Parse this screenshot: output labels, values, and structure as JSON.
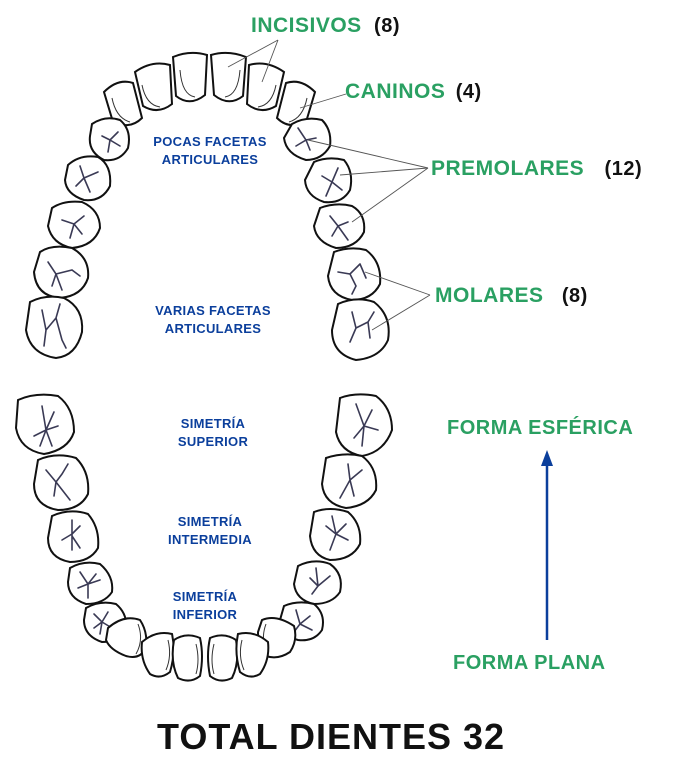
{
  "title": "TOTAL DIENTES 32",
  "tooth_groups": [
    {
      "name": "INCISIVOS",
      "count": "(8)"
    },
    {
      "name": "CANINOS",
      "count": "(4)"
    },
    {
      "name": "PREMOLARES",
      "count": "(12)"
    },
    {
      "name": "MOLARES",
      "count": "(8)"
    }
  ],
  "upper_arch_notes": {
    "front_line1": "POCAS FACETAS",
    "front_line2": "ARTICULARES",
    "back_line1": "VARIAS FACETAS",
    "back_line2": "ARTICULARES"
  },
  "lower_arch_notes": {
    "superior_line1": "SIMETRÍA",
    "superior_line2": "SUPERIOR",
    "intermedia_line1": "SIMETRÍA",
    "intermedia_line2": "INTERMEDIA",
    "inferior_line1": "SIMETRÍA",
    "inferior_line2": "INFERIOR"
  },
  "shape_scale": {
    "top_label": "FORMA ESFÉRICA",
    "bottom_label": "FORMA PLANA",
    "arrow_direction": "up"
  },
  "colors": {
    "group_label": "#2aa062",
    "note_text": "#0b3f9c",
    "arrow": "#0b3f9c",
    "count_text": "#111111"
  }
}
